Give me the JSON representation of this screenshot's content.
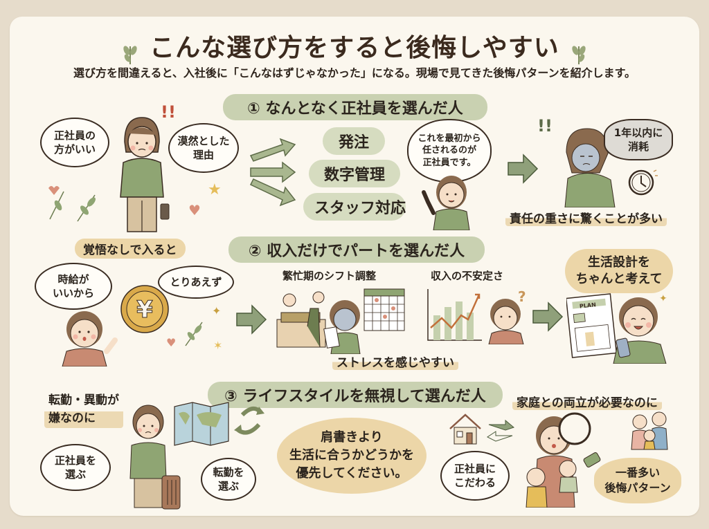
{
  "header": {
    "title": "こんな選び方をすると後悔しやすい",
    "subtitle": "選び方を間違えると、入社後に「こんなはずじゃなかった」になる。現場で見てきた後悔パターンを紹介します。"
  },
  "section1": {
    "heading": "① なんとなく正社員を選んだ人",
    "bubble_left": "正社員の\n方がいい",
    "bubble_right": "漠然とした\n理由",
    "exclaim": "!!",
    "tasks": [
      "発注",
      "数字管理",
      "スタッフ対応"
    ],
    "staff_bubble": "これを最初から\n任されるのが\n正社員です。",
    "result_bubble": "1年以内に\n消耗",
    "result_caption": "責任の重さに驚くことが多い",
    "bottom_label": "覚悟なしで入ると"
  },
  "section2": {
    "heading": "② 収入だけでパートを選んだ人",
    "bubble_left": "時給が\nいいから",
    "bubble_right": "とりあえず",
    "coin_symbol": "¥",
    "caption_shift": "繁忙期のシフト調整",
    "caption_income": "収入の不安定さ",
    "stress_label": "ストレスを感じやすい",
    "advice_bubble": "生活設計を\nちゃんと考えて",
    "plan_label": "PLAN"
  },
  "section3": {
    "heading": "③ ライフスタイルを無視して選んだ人",
    "label_left": "転勤・異動が\n嫌なのに",
    "bubble_left": "正社員を\n選ぶ",
    "bubble_transfer": "転勤を\n選ぶ",
    "center_message": "肩書きより\n生活に合うかどうかを\n優先してください。",
    "label_right": "家庭との両立が必要なのに",
    "bubble_insist": "正社員に\nこだわる",
    "bubble_common": "一番多い\n後悔パターン"
  },
  "colors": {
    "background": "#e6dccb",
    "paper": "#fbf7ee",
    "section_pill": "#c9d1b1",
    "task_pill": "#d6dcc0",
    "accent_tan": "#ecd6a8",
    "arrow_green": "#8fa07a",
    "text_dark": "#2b241d"
  }
}
